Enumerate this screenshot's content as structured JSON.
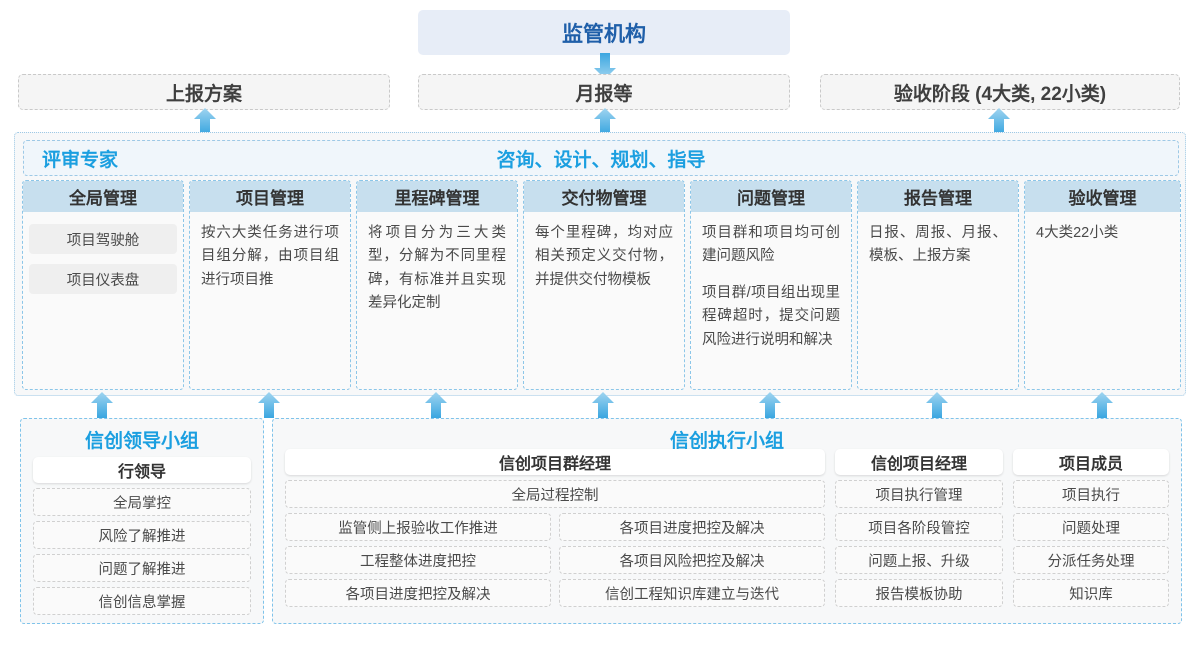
{
  "top": {
    "regulator": "监管机构",
    "submissions": [
      {
        "label": "上报方案"
      },
      {
        "label": "月报等"
      },
      {
        "label": "验收阶段 (4大类, 22小类)"
      }
    ]
  },
  "middle": {
    "banner_left": "评审专家",
    "banner_center": "咨询、设计、规划、指导",
    "columns": [
      {
        "title": "全局管理",
        "chips": [
          "项目驾驶舱",
          "项目仪表盘"
        ],
        "paragraphs": []
      },
      {
        "title": "项目管理",
        "chips": [],
        "paragraphs": [
          "按六大类任务进行项目组分解，由项目组进行项目推"
        ]
      },
      {
        "title": "里程碑管理",
        "chips": [],
        "paragraphs": [
          "将项目分为三大类型，分解为不同里程碑，有标准并且实现差异化定制"
        ]
      },
      {
        "title": "交付物管理",
        "chips": [],
        "paragraphs": [
          "每个里程碑，均对应相关预定义交付物，并提供交付物模板"
        ]
      },
      {
        "title": "问题管理",
        "chips": [],
        "paragraphs": [
          "项目群和项目均可创建问题风险",
          "项目群/项目组出现里程碑超时，提交问题风险进行说明和解决"
        ]
      },
      {
        "title": "报告管理",
        "chips": [],
        "paragraphs": [
          "日报、周报、月报、模板、上报方案"
        ]
      },
      {
        "title": "验收管理",
        "chips": [],
        "paragraphs": [
          "4大类22小类"
        ]
      }
    ]
  },
  "bottom": {
    "leading_group": {
      "title": "信创领导小组",
      "roles": [
        {
          "head": "行领导",
          "items": [
            "全局掌控",
            "风险了解推进",
            "问题了解推进",
            "信创信息掌握"
          ]
        }
      ]
    },
    "executive_group": {
      "title": "信创执行小组",
      "manager": {
        "head": "信创项目群经理",
        "full_item": "全局过程控制",
        "left_items": [
          "监管侧上报验收工作推进",
          "工程整体进度把控",
          "各项目进度把控及解决"
        ],
        "right_items": [
          "各项目进度把控及解决",
          "各项目风险把控及解决",
          "信创工程知识库建立与迭代"
        ]
      },
      "project_manager": {
        "head": "信创项目经理",
        "items": [
          "项目执行管理",
          "项目各阶段管控",
          "问题上报、升级",
          "报告模板协助"
        ]
      },
      "member": {
        "head": "项目成员",
        "items": [
          "项目执行",
          "问题处理",
          "分派任务处理",
          "知识库"
        ]
      }
    }
  },
  "colors": {
    "accent_blue": "#1b9fe0",
    "title_blue": "#1f5fa9",
    "header_fill": "#c7dfee",
    "arrow_blue": "#3aa6e0"
  }
}
